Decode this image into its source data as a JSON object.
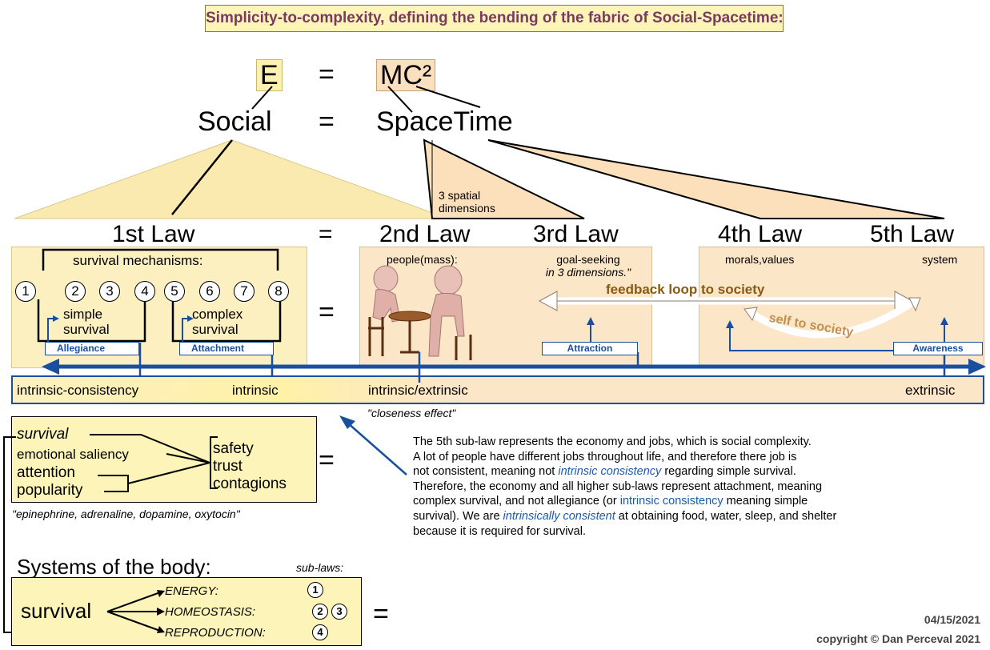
{
  "title": "Simplicity-to-complexity, defining the bending of the fabric of Social-Spacetime:",
  "equation": {
    "e": "E",
    "eq": "=",
    "mc": "MC²"
  },
  "social_row": {
    "social": "Social",
    "eq": "=",
    "spacetime": "SpaceTime"
  },
  "spatial_label": "3 spatial dimensions",
  "laws": {
    "first": "1st Law",
    "eq": "=",
    "second": "2nd Law",
    "third": "3rd Law",
    "fourth": "4th Law",
    "fifth": "5th Law"
  },
  "panel1": {
    "heading": "survival mechanisms:",
    "numbers": [
      "1",
      "2",
      "3",
      "4",
      "5",
      "6",
      "7",
      "8"
    ],
    "simple": "simple survival",
    "complex": "complex survival",
    "allegiance": "Allegiance",
    "attachment": "Attachment",
    "eq": "="
  },
  "panel2": {
    "people": "people(mass):",
    "goal_line1": "goal-seeking",
    "goal_line2": "in 3 dimensions.\"",
    "attraction": "Attraction"
  },
  "panel3": {
    "morals": "morals,values",
    "system": "system",
    "awareness": "Awareness"
  },
  "feedback": "feedback loop to society",
  "self_to_society": "self to society",
  "spectrum": {
    "intrinsic_consistency": "intrinsic-consistency",
    "intrinsic": "intrinsic",
    "intrinsic_extrinsic": "intrinsic/extrinsic",
    "extrinsic": "extrinsic",
    "closeness": "\"closeness effect\""
  },
  "emotion_box": {
    "left": [
      "survival",
      "emotional saliency",
      "attention",
      "popularity"
    ],
    "right": [
      "safety",
      "trust",
      "contagions"
    ],
    "eq": "=",
    "caption": "\"epinephrine, adrenaline, dopamine, oxytocin\""
  },
  "paragraph": {
    "p1": "The 5th sub-law represents the economy and jobs, which is social complexity.",
    "p2": "A lot of people have different jobs throughout life, and therefore there job is",
    "p3a": "not consistent, meaning not ",
    "p3b": "intrinsic consistency",
    "p3c": " regarding simple survival.",
    "p4": "Therefore, the economy and all higher sub-laws represent attachment, meaning",
    "p5a": "complex survival, and not allegiance (or ",
    "p5b": "intrinsic consistency",
    "p5c": " meaning simple",
    "p6a": "survival). We are ",
    "p6b": "intrinsically consistent",
    "p6c": " at obtaining food, water, sleep, and shelter",
    "p7": "because it is required for survival."
  },
  "body_systems": {
    "heading": "Systems of the body:",
    "sublaws": "sub-laws:",
    "survival": "survival",
    "items": [
      "ENERGY:",
      "HOMEOSTASIS:",
      "REPRODUCTION:"
    ],
    "nums": [
      "1",
      "2",
      "3",
      "4"
    ],
    "eq": "="
  },
  "footer": {
    "date": "04/15/2021",
    "copyright": "copyright © Dan Perceval 2021"
  },
  "colors": {
    "accent_blue": "#1a4fa0",
    "title_text": "#7a3a60",
    "feedback_brown": "#8a5a10"
  }
}
